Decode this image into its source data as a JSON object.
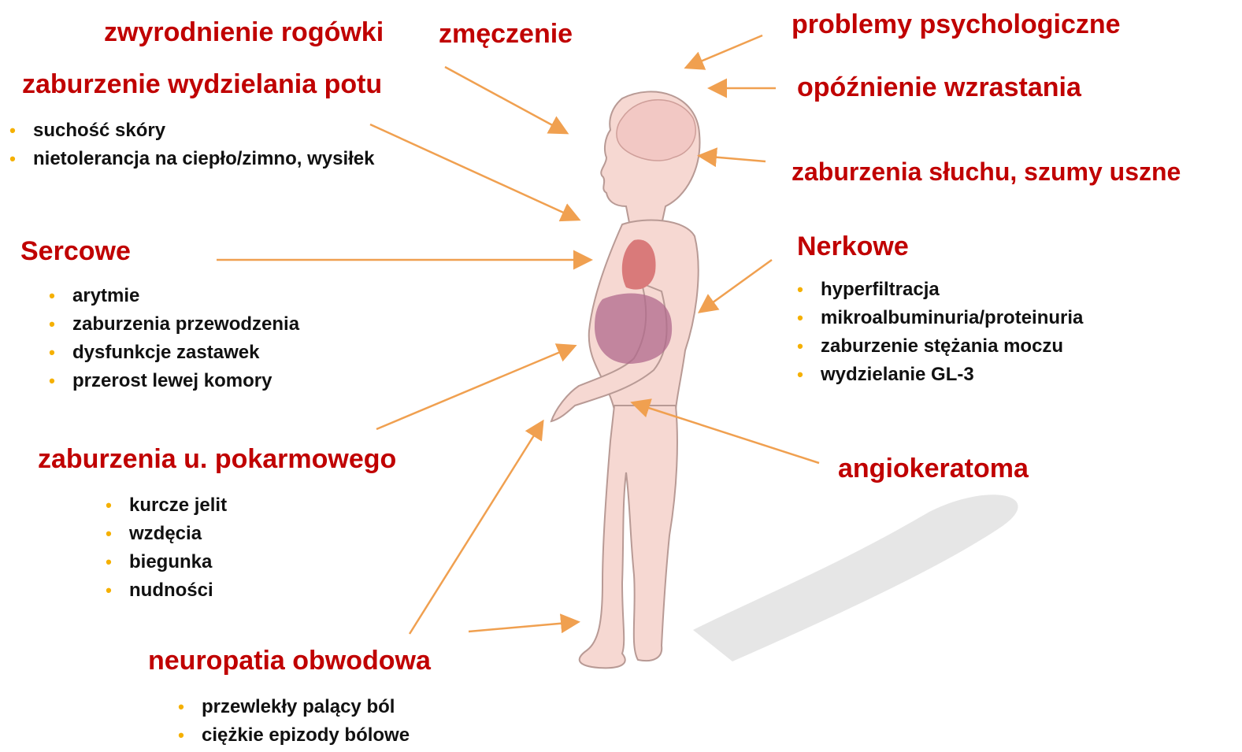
{
  "labels": {
    "corneal": "zwyrodnienie rogówki",
    "fatigue": "zmęczenie",
    "psych": "problemy psychologiczne",
    "growth": "opóźnienie wzrastania",
    "sweat": "zaburzenie wydzielania potu",
    "hearing": "zaburzenia słuchu, szumy uszne",
    "cardiac": "Sercowe",
    "renal": "Nerkowe",
    "gi": "zaburzenia u. pokarmowego",
    "angio": "angiokeratoma",
    "neuro": "neuropatia obwodowa"
  },
  "lists": {
    "sweat": [
      "suchość skóry",
      "nietolerancja na ciepło/zimno, wysiłek"
    ],
    "cardiac": [
      "arytmie",
      "zaburzenia przewodzenia",
      "dysfunkcje zastawek",
      "przerost lewej komory"
    ],
    "renal": [
      "hyperfiltracja",
      "mikroalbuminuria/proteinuria",
      "zaburzenie stężania moczu",
      "wydzielanie GL-3"
    ],
    "gi": [
      "kurcze jelit",
      "wzdęcia",
      "biegunka",
      "nudności"
    ],
    "neuro": [
      "przewlekły palący ból",
      "ciężkie epizody bólowe"
    ]
  },
  "colors": {
    "title": "#c00000",
    "bullet": "#f5b000",
    "arrow": "#f0a050",
    "skin": "#f6d6d0",
    "heart": "#d97a7a",
    "gut": "#b06a8c"
  },
  "icons": {
    "bullet": "•"
  }
}
